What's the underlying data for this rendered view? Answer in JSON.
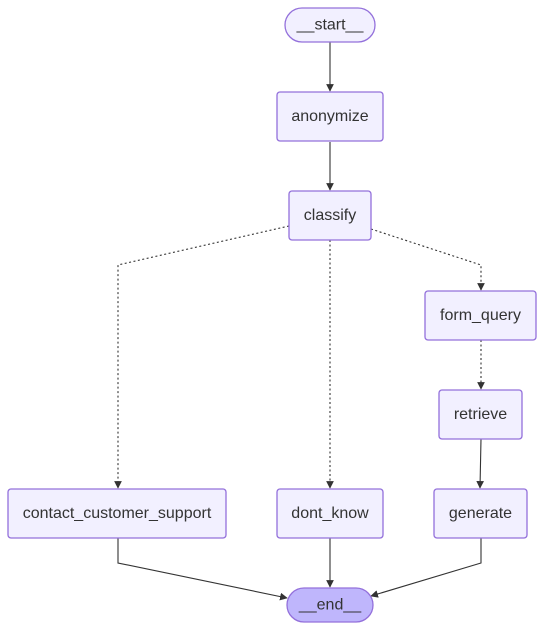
{
  "diagram": {
    "nodes": {
      "start": {
        "label": "__start__",
        "shape": "stadium"
      },
      "anonymize": {
        "label": "anonymize",
        "shape": "rect"
      },
      "classify": {
        "label": "classify",
        "shape": "rect"
      },
      "form_query": {
        "label": "form_query",
        "shape": "rect"
      },
      "retrieve": {
        "label": "retrieve",
        "shape": "rect"
      },
      "contact_customer_support": {
        "label": "contact_customer_support",
        "shape": "rect"
      },
      "dont_know": {
        "label": "dont_know",
        "shape": "rect"
      },
      "generate": {
        "label": "generate",
        "shape": "rect"
      },
      "end": {
        "label": "__end__",
        "shape": "stadium"
      }
    },
    "edges": [
      {
        "from": "start",
        "to": "anonymize",
        "style": "solid"
      },
      {
        "from": "anonymize",
        "to": "classify",
        "style": "solid"
      },
      {
        "from": "classify",
        "to": "contact_customer_support",
        "style": "dotted"
      },
      {
        "from": "classify",
        "to": "dont_know",
        "style": "dotted"
      },
      {
        "from": "classify",
        "to": "form_query",
        "style": "dotted"
      },
      {
        "from": "form_query",
        "to": "retrieve",
        "style": "dotted"
      },
      {
        "from": "retrieve",
        "to": "generate",
        "style": "solid"
      },
      {
        "from": "contact_customer_support",
        "to": "end",
        "style": "solid"
      },
      {
        "from": "dont_know",
        "to": "end",
        "style": "solid"
      },
      {
        "from": "generate",
        "to": "end",
        "style": "solid"
      }
    ],
    "colors": {
      "node_fill": "#f2f0ff",
      "end_fill": "#bfb6fc",
      "border": "#9370db",
      "edge": "#333333",
      "text": "#333333"
    }
  }
}
